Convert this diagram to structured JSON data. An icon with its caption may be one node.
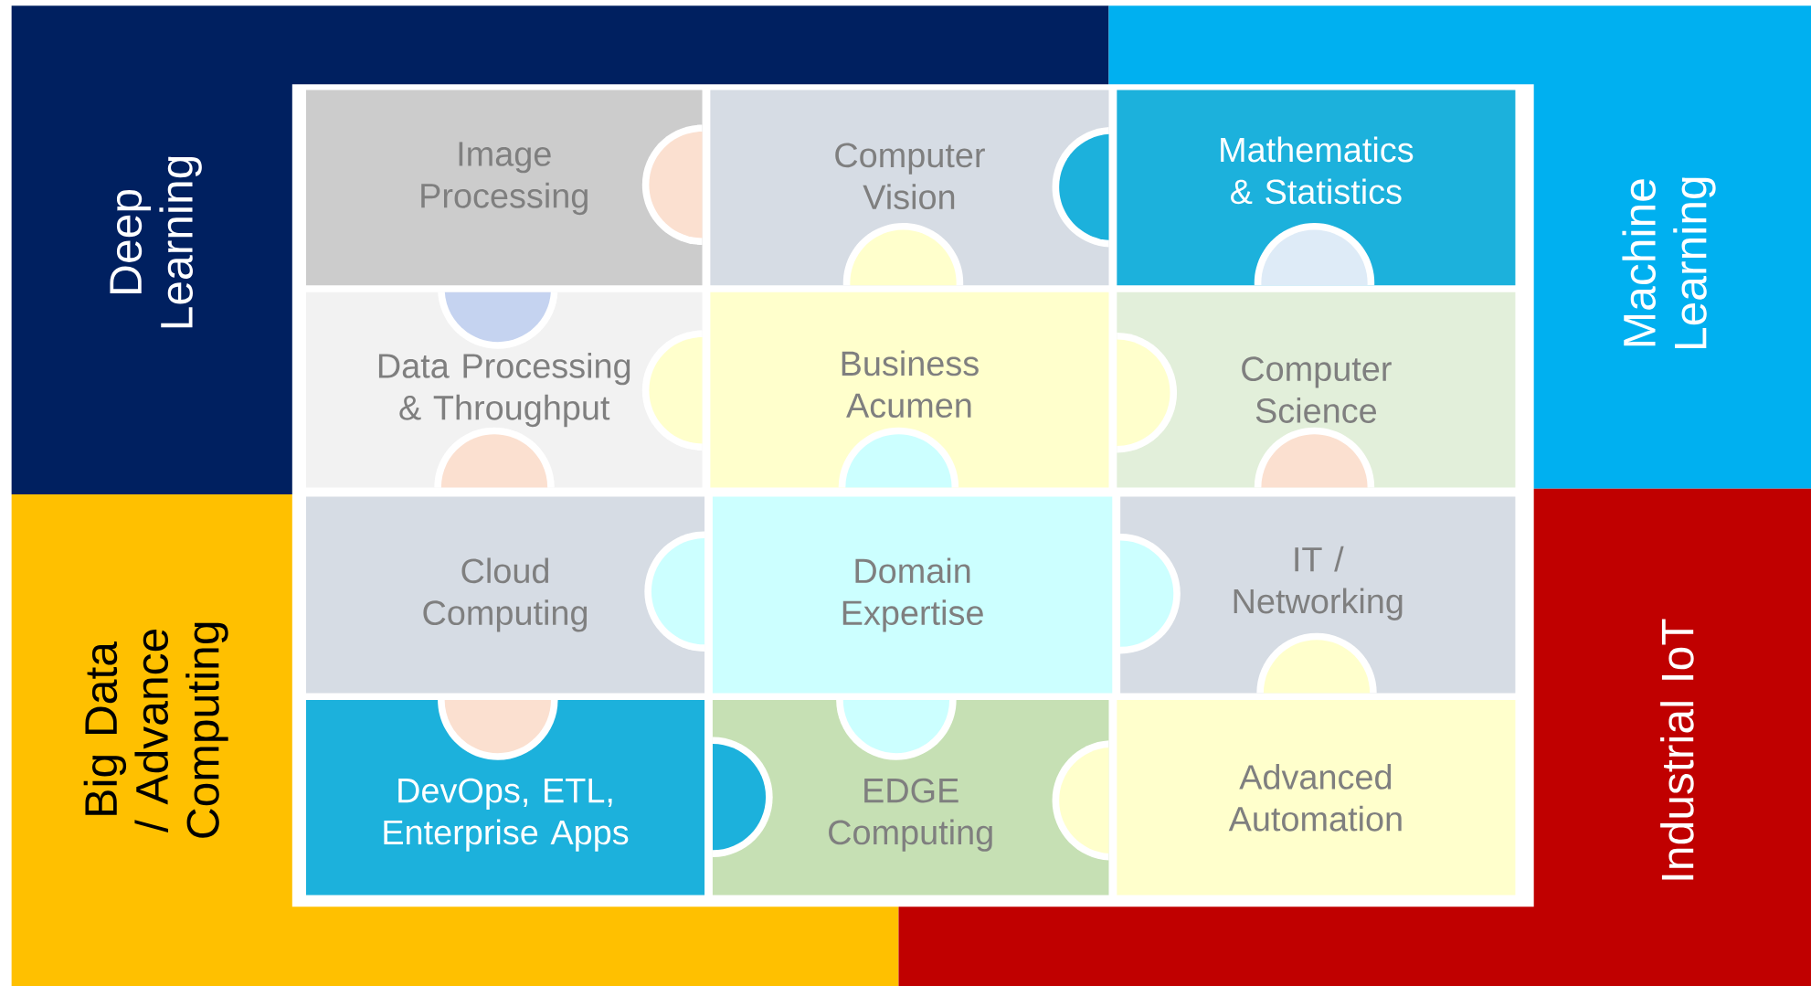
{
  "diagram": {
    "nodes": [
      {
        "text": [
          "Deep Learning"
        ]
      },
      {
        "text": [
          "Machine Learning"
        ]
      },
      {
        "text": [
          "Image Processing"
        ]
      },
      {
        "text": [
          "Computer Vision"
        ]
      },
      {
        "text": [
          "Mathematics & Statistics"
        ]
      },
      {
        "text": [
          "Data Processing & Throughput"
        ]
      },
      {
        "text": [
          "Business Acumen"
        ]
      },
      {
        "text": [
          "Computer Science"
        ]
      },
      {
        "text": [
          "Cloud Computing"
        ]
      },
      {
        "text": [
          "Domain Expertise"
        ]
      },
      {
        "text": [
          "IT / Networking"
        ]
      },
      {
        "text": [
          "DevOps, ETL, Enterprise Apps"
        ]
      },
      {
        "text": [
          "EDGE Computing"
        ]
      },
      {
        "text": [
          "Advanced Automation"
        ]
      },
      {
        "text": [
          "Big Data / Advance Computing"
        ]
      },
      {
        "text": [
          "Industrial IoT"
        ]
      }
    ]
  }
}
